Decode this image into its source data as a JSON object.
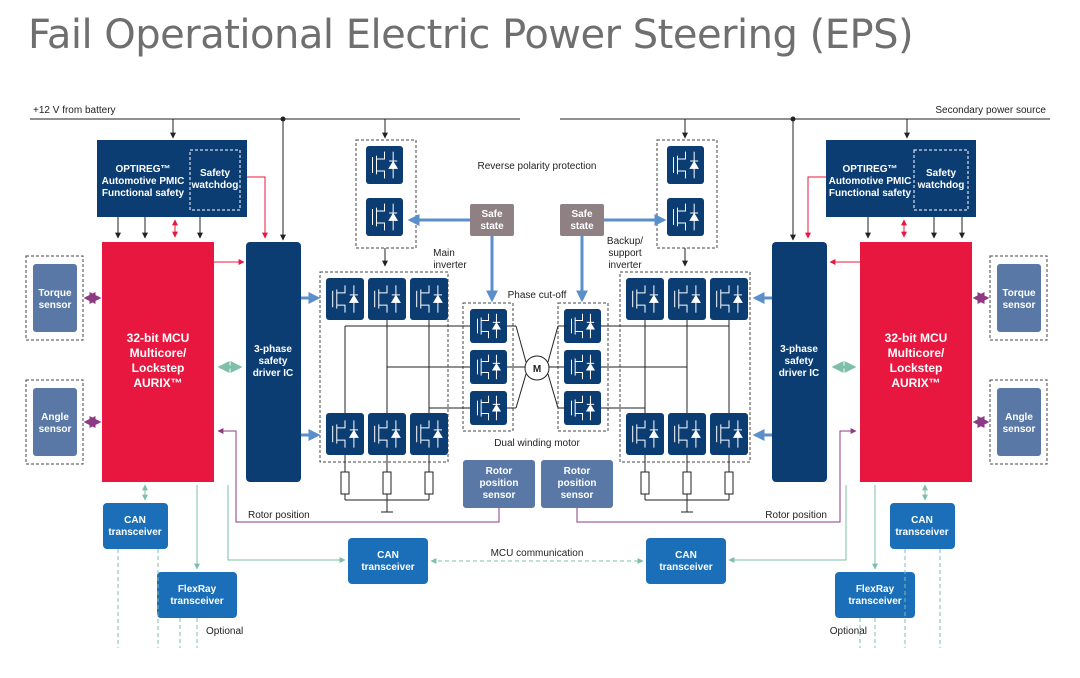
{
  "title": "Fail Operational Electric Power Steering (EPS)",
  "labels": {
    "battery": "+12 V from battery",
    "secondary_power": "Secondary power source",
    "reverse_polarity": "Reverse polarity protection",
    "safe_state": [
      "Safe",
      "state"
    ],
    "main_inverter": [
      "Main",
      "inverter"
    ],
    "backup_inverter": [
      "Backup/",
      "support",
      "inverter"
    ],
    "phase_cutoff": "Phase cut-off",
    "dual_winding_motor": "Dual winding motor",
    "motor": "M",
    "rotor_position": "Rotor position",
    "rotor_position_sensor": [
      "Rotor",
      "position",
      "sensor"
    ],
    "mcu_communication": "MCU communication",
    "optional": "Optional"
  },
  "blocks": {
    "pmic": [
      "OPTIREG™",
      "Automotive PMIC",
      "Functional safety"
    ],
    "watchdog": [
      "Safety",
      "watchdog"
    ],
    "mcu": [
      "32-bit MCU",
      "Multicore/",
      "Lockstep",
      "AURIX™"
    ],
    "driver": [
      "3-phase",
      "safety",
      "driver IC"
    ],
    "torque": [
      "Torque",
      "sensor"
    ],
    "angle": [
      "Angle",
      "sensor"
    ],
    "can": [
      "CAN",
      "transceiver"
    ],
    "flexray": [
      "FlexRay",
      "transceiver"
    ]
  },
  "colors": {
    "navy": "#0b3d73",
    "red": "#e8173f",
    "blue": "#1b6fb8",
    "steel": "#5a78a6",
    "taupe": "#8f8183",
    "arrow_blue": "#5b8fcb",
    "teal": "#7ebfa9",
    "purple": "#8e3a82",
    "pink": "#e03a5a"
  }
}
